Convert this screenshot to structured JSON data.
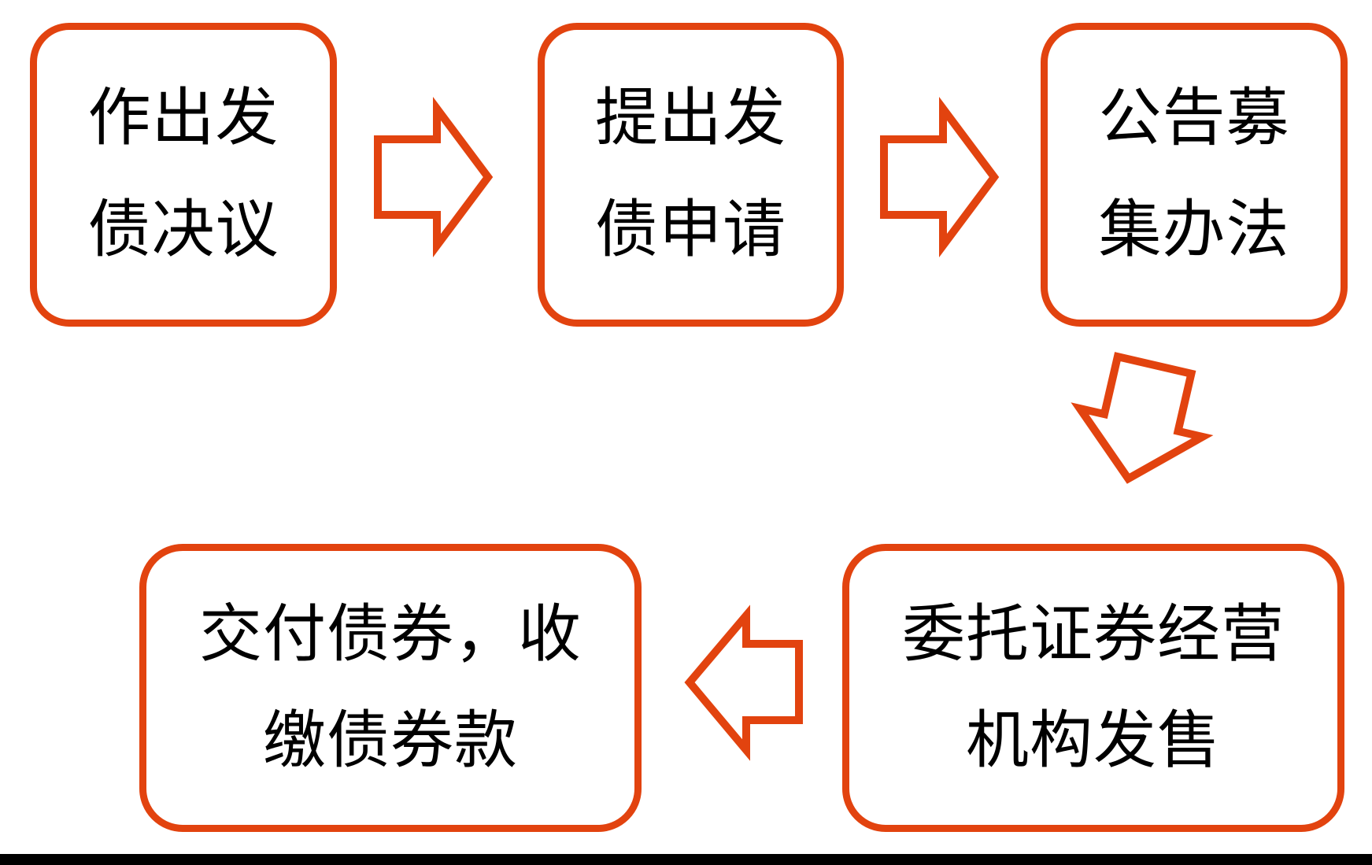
{
  "diagram": {
    "type": "flowchart",
    "language": "zh-CN",
    "colors": {
      "accent": "#e2430f",
      "text": "#000000",
      "background": "#ffffff",
      "bottom_bar": "#000000"
    },
    "nodes": [
      {
        "id": "step-1",
        "text": "作出发债决议",
        "lines": [
          "作出发",
          "债决议"
        ]
      },
      {
        "id": "step-2",
        "text": "提出发债申请",
        "lines": [
          "提出发",
          "债申请"
        ]
      },
      {
        "id": "step-3",
        "text": "公告募集办法",
        "lines": [
          "公告募",
          "集办法"
        ]
      },
      {
        "id": "step-4",
        "text": "委托证券经营机构发售",
        "lines": [
          "委托证券经营",
          "机构发售"
        ]
      },
      {
        "id": "step-5",
        "text": "交付债券，收缴债券款",
        "lines": [
          "交付债券，收",
          "缴债券款"
        ]
      }
    ],
    "arrows": [
      {
        "from": "step-1",
        "to": "step-2",
        "direction": "right"
      },
      {
        "from": "step-2",
        "to": "step-3",
        "direction": "right"
      },
      {
        "from": "step-3",
        "to": "step-4",
        "direction": "down"
      },
      {
        "from": "step-4",
        "to": "step-5",
        "direction": "left"
      }
    ]
  }
}
